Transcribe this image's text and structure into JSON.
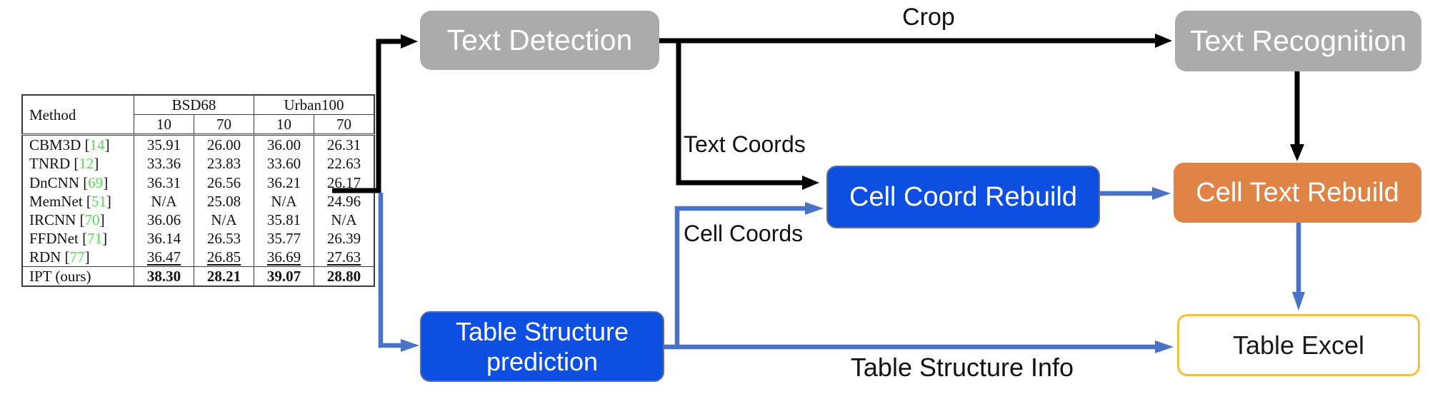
{
  "diagram": {
    "boxes": {
      "text_detection": "Text Detection",
      "text_recognition": "Text Recognition",
      "cell_coord_rebuild": "Cell Coord Rebuild",
      "cell_text_rebuild": "Cell Text Rebuild",
      "table_structure_prediction": "Table Structure prediction",
      "table_excel": "Table Excel"
    },
    "edge_labels": {
      "crop": "Crop",
      "text_coords": "Text Coords",
      "cell_coords": "Cell Coords",
      "table_structure_info": "Table Structure Info"
    },
    "colors": {
      "gray_box": "#ababab",
      "blue_box": "#0d4fe0",
      "orange_box": "#e08347",
      "excel_border": "#f5c041",
      "arrow_black": "#000000",
      "arrow_blue": "#4a73c8",
      "box_text": "#ffffff",
      "label_text": "#111111"
    }
  },
  "benchmark_table": {
    "columns": {
      "method": "Method",
      "group_headers": [
        "BSD68",
        "Urban100"
      ],
      "sub_headers": [
        "10",
        "70",
        "10",
        "70"
      ]
    },
    "ref_color": "#52e052",
    "rows": [
      {
        "method": "CBM3D",
        "ref": "14",
        "values": [
          "35.91",
          "26.00",
          "36.00",
          "26.31"
        ]
      },
      {
        "method": "TNRD",
        "ref": "12",
        "values": [
          "33.36",
          "23.83",
          "33.60",
          "22.63"
        ]
      },
      {
        "method": "DnCNN",
        "ref": "69",
        "values": [
          "36.31",
          "26.56",
          "36.21",
          "26.17"
        ]
      },
      {
        "method": "MemNet",
        "ref": "51",
        "values": [
          "N/A",
          "25.08",
          "N/A",
          "24.96"
        ]
      },
      {
        "method": "IRCNN",
        "ref": "70",
        "values": [
          "36.06",
          "N/A",
          "35.81",
          "N/A"
        ]
      },
      {
        "method": "FFDNet",
        "ref": "71",
        "values": [
          "36.14",
          "26.53",
          "35.77",
          "26.39"
        ]
      },
      {
        "method": "RDN",
        "ref": "77",
        "values": [
          "36.47",
          "26.85",
          "36.69",
          "27.63"
        ],
        "underline": true
      },
      {
        "method": "IPT (ours)",
        "ref": null,
        "values": [
          "38.30",
          "28.21",
          "39.07",
          "28.80"
        ],
        "bold": true,
        "separator_above": true
      }
    ]
  }
}
